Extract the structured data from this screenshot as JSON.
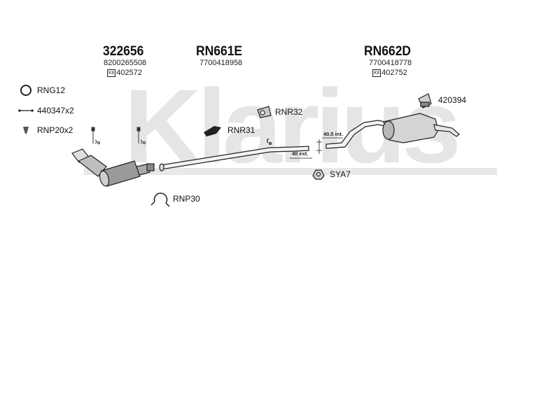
{
  "watermark": "Klarius",
  "headers": [
    {
      "part": "322656",
      "oem": "8200265508",
      "kit_label": "Kit",
      "kit": "402572"
    },
    {
      "part": "RN661E",
      "oem": "7700418958"
    },
    {
      "part": "RN662D",
      "oem": "7700418778",
      "kit_label": "Kit",
      "kit": "402752"
    }
  ],
  "components": {
    "ring": "RNG12",
    "bolt": "440347x2",
    "spring": "RNP20x2",
    "clamp": "RNP30",
    "bracket_front": "RNR31",
    "rubber_mount": "RNR32",
    "rear_bracket": "420394",
    "hanger": "SYA7"
  },
  "dimensions": {
    "internal": "40.5 int.",
    "external": "40 ext."
  },
  "colors": {
    "line": "#222222",
    "watermark": "#e5e5e5"
  }
}
